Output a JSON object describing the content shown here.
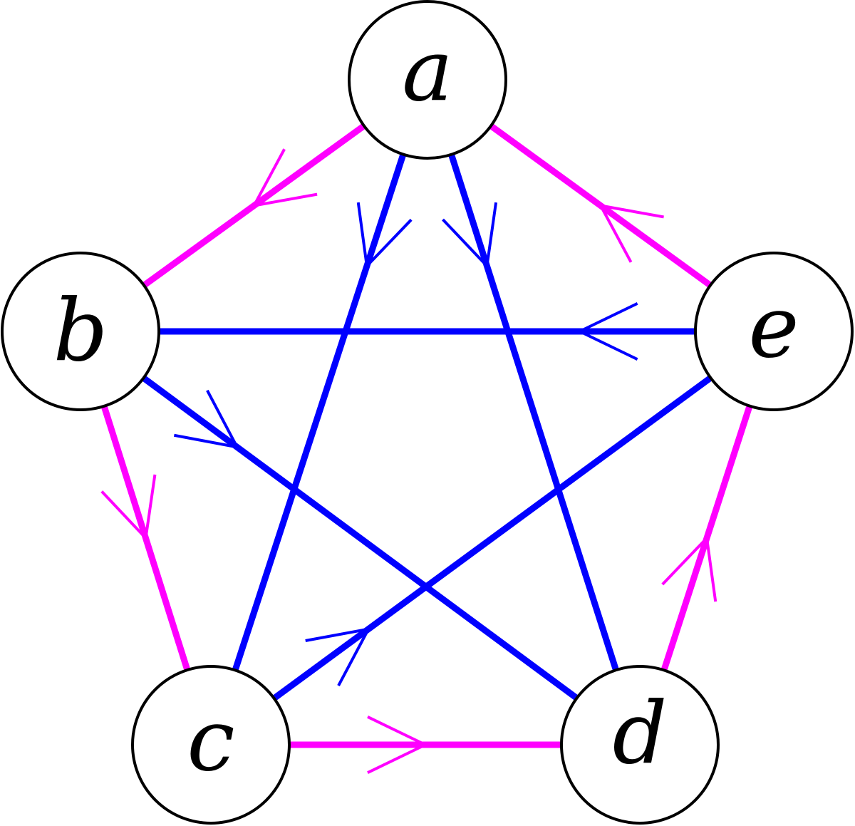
{
  "diagram": {
    "colors": {
      "outer_edge": "#ff00ff",
      "inner_edge": "#0000ff",
      "node_stroke": "#000000",
      "node_fill": "#ffffff"
    },
    "nodes": [
      {
        "id": "a",
        "label": "a"
      },
      {
        "id": "b",
        "label": "b"
      },
      {
        "id": "c",
        "label": "c"
      },
      {
        "id": "d",
        "label": "d"
      },
      {
        "id": "e",
        "label": "e"
      }
    ],
    "edges": [
      {
        "from": "a",
        "to": "b",
        "group": "outer"
      },
      {
        "from": "b",
        "to": "c",
        "group": "outer"
      },
      {
        "from": "c",
        "to": "d",
        "group": "outer"
      },
      {
        "from": "d",
        "to": "e",
        "group": "outer"
      },
      {
        "from": "e",
        "to": "a",
        "group": "outer"
      },
      {
        "from": "a",
        "to": "c",
        "group": "inner"
      },
      {
        "from": "a",
        "to": "d",
        "group": "inner"
      },
      {
        "from": "b",
        "to": "d",
        "group": "inner"
      },
      {
        "from": "c",
        "to": "e",
        "group": "inner"
      },
      {
        "from": "e",
        "to": "b",
        "group": "inner"
      }
    ]
  }
}
